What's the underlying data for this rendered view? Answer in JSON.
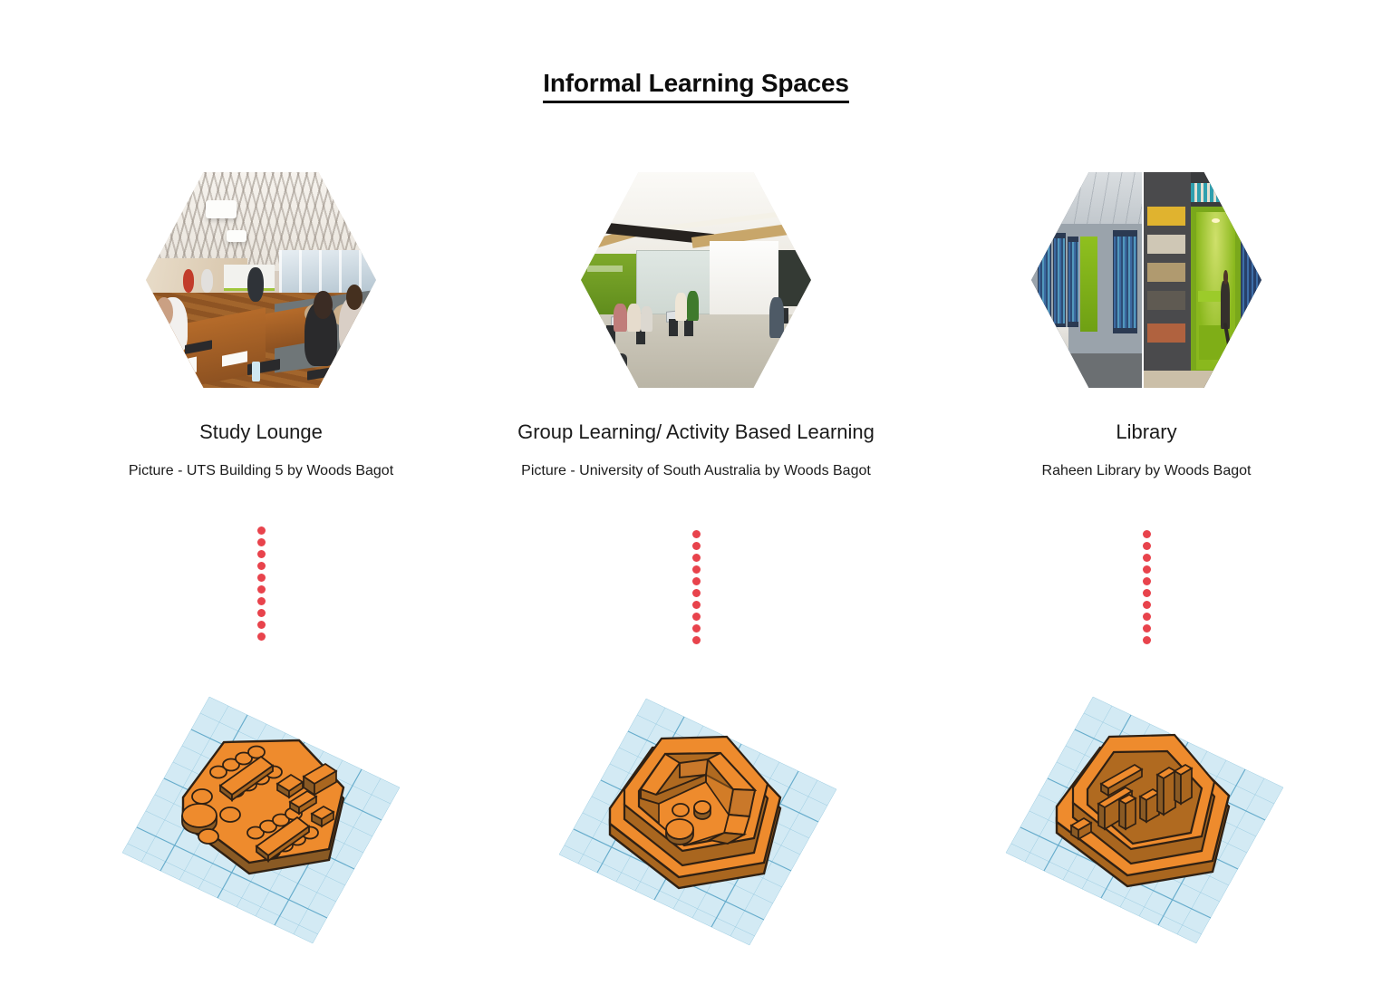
{
  "page": {
    "title": "Informal Learning Spaces",
    "background": "#ffffff"
  },
  "colors": {
    "title_text": "#0d0d0d",
    "caption_text": "#1b1b1b",
    "dotted_connector": "#e8434c",
    "model_orange": "#ee8b2d",
    "model_orange_dark": "#8a5a24",
    "model_outline": "#3b2a16",
    "workplane_fill": "#d3eaf4",
    "workplane_grid": "#8fc5dd"
  },
  "connector": {
    "name": "dotted-connector",
    "dot_count": 10,
    "color": "#e8434c"
  },
  "columns": [
    {
      "id": "study-lounge",
      "space_title": "Study Lounge",
      "credit": "Picture - UTS Building 5 by Woods Bagot",
      "photo_alt": "Study lounge with long wooden benches, students on laptops, perforated white ceiling with pendant lights",
      "model_alt": "Orange hexagonal 3D massing model of a study lounge with two long tables with chairs, round tables and lounge blocks on a blue grid workplane",
      "model_type": "study-lounge-massing"
    },
    {
      "id": "group-learning",
      "space_title": "Group Learning/ Activity Based Learning",
      "credit": "Picture - University of South Australia by Woods Bagot",
      "photo_alt": "Group learning rooms with glass partitions, timber and black ceiling beams, green accent wall and students at tables",
      "model_alt": "Orange hexagonal 3D massing model with raised internal walls forming breakout rooms plus circular tables on a blue grid workplane",
      "model_type": "group-learning-massing"
    },
    {
      "id": "library",
      "space_title": "Library",
      "credit": "Raheen Library by Woods Bagot",
      "photo_alt": "Library with blue book stacks and a bright green reading nook where a woman sits reading",
      "model_alt": "Orange hexagonal 3D massing model of a library with parallel bookshelf rows inside a raised hexagonal rim on a blue grid workplane",
      "model_type": "library-massing"
    }
  ]
}
